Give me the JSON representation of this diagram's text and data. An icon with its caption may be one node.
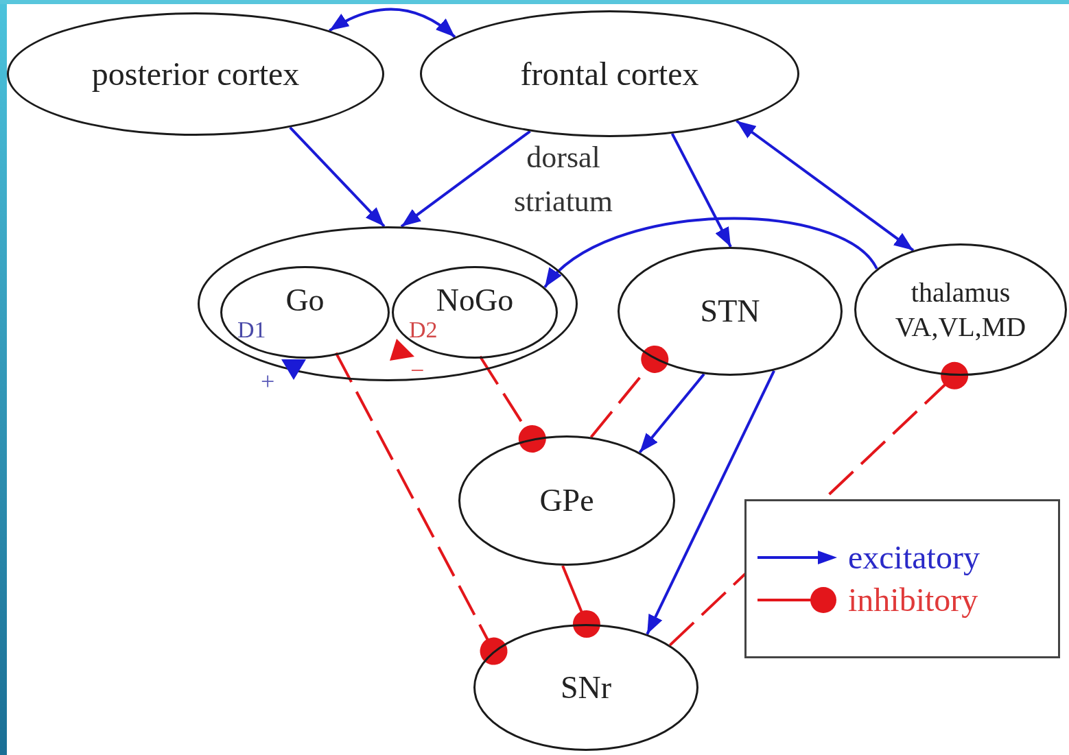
{
  "diagram": {
    "nodes": [
      {
        "text": [
          "posterior cortex"
        ]
      },
      {
        "text": [
          "frontal cortex"
        ]
      },
      {
        "text": [
          "dorsal striatum"
        ]
      },
      {
        "text": [
          "Go",
          "D1"
        ],
        "in": 2,
        "beside": [
          "+"
        ]
      },
      {
        "text": [
          "NoGo",
          "D2"
        ],
        "in": 2,
        "beside": [
          "−"
        ]
      },
      {
        "text": [
          "STN"
        ]
      },
      {
        "text": [
          "thalamus",
          "VA,VL,MD"
        ]
      },
      {
        "text": [
          "GPe"
        ]
      },
      {
        "text": [
          "SNr"
        ]
      }
    ],
    "edges": [
      {
        "from": 0,
        "to": 1,
        "arrow": "both"
      },
      {
        "from": 0,
        "to": 2,
        "arrow": "to"
      },
      {
        "from": 1,
        "to": 2,
        "arrow": "to"
      },
      {
        "from": 1,
        "to": 5,
        "arrow": "to"
      },
      {
        "from": 1,
        "to": 6,
        "arrow": "both"
      },
      {
        "from": 6,
        "to": 4,
        "arrow": "to"
      },
      {
        "from": 5,
        "to": 7,
        "arrow": "to"
      },
      {
        "from": 5,
        "to": 8,
        "arrow": "to"
      },
      {
        "from": 3,
        "to": 8,
        "arrow": "other",
        "style": "dashed",
        "color": "#e3161b"
      },
      {
        "from": 4,
        "to": 7,
        "arrow": "other",
        "style": "dashed",
        "color": "#e3161b"
      },
      {
        "from": 7,
        "to": 5,
        "arrow": "other",
        "style": "dashed",
        "color": "#e3161b"
      },
      {
        "from": 7,
        "to": 8,
        "arrow": "other",
        "color": "#e3161b"
      },
      {
        "from": 8,
        "to": 6,
        "arrow": "other",
        "style": "dashed",
        "color": "#e3161b"
      }
    ],
    "legend": [
      {
        "text": "excitatory"
      },
      {
        "text": "inhibitory"
      }
    ]
  }
}
